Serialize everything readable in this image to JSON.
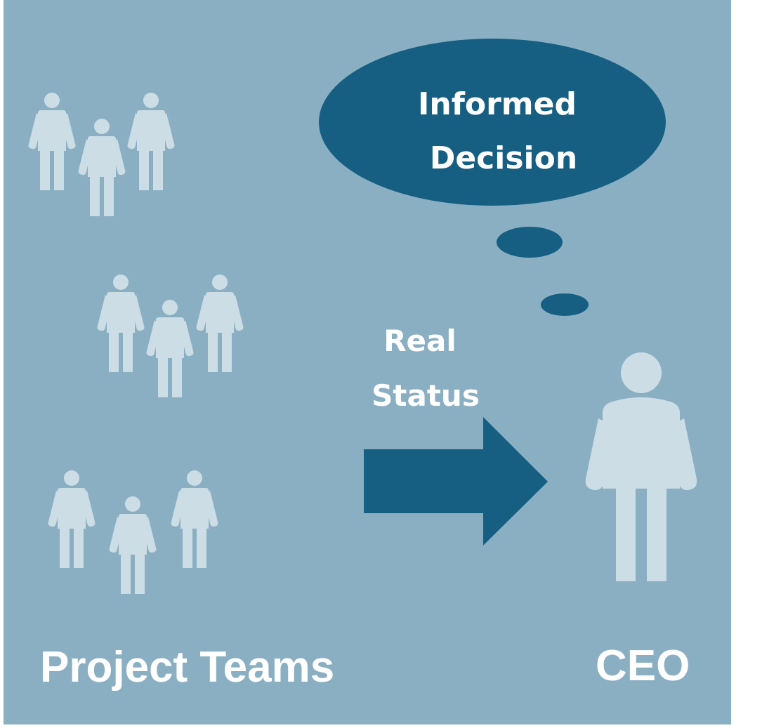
{
  "colors": {
    "panel": "#8aafc3",
    "accent": "#165f82",
    "figure": "#ccdde5",
    "text": "#ffffff"
  },
  "thought_bubble": {
    "line1": "Informed",
    "line2": "Decision"
  },
  "status_arrow": {
    "line1": "Real",
    "line2": "Status"
  },
  "groups": {
    "teams_label": "Project Teams",
    "ceo_label": "CEO"
  },
  "icons": {
    "person": "person-icon",
    "thought": "thought-bubble-icon",
    "arrow": "arrow-right-icon"
  }
}
